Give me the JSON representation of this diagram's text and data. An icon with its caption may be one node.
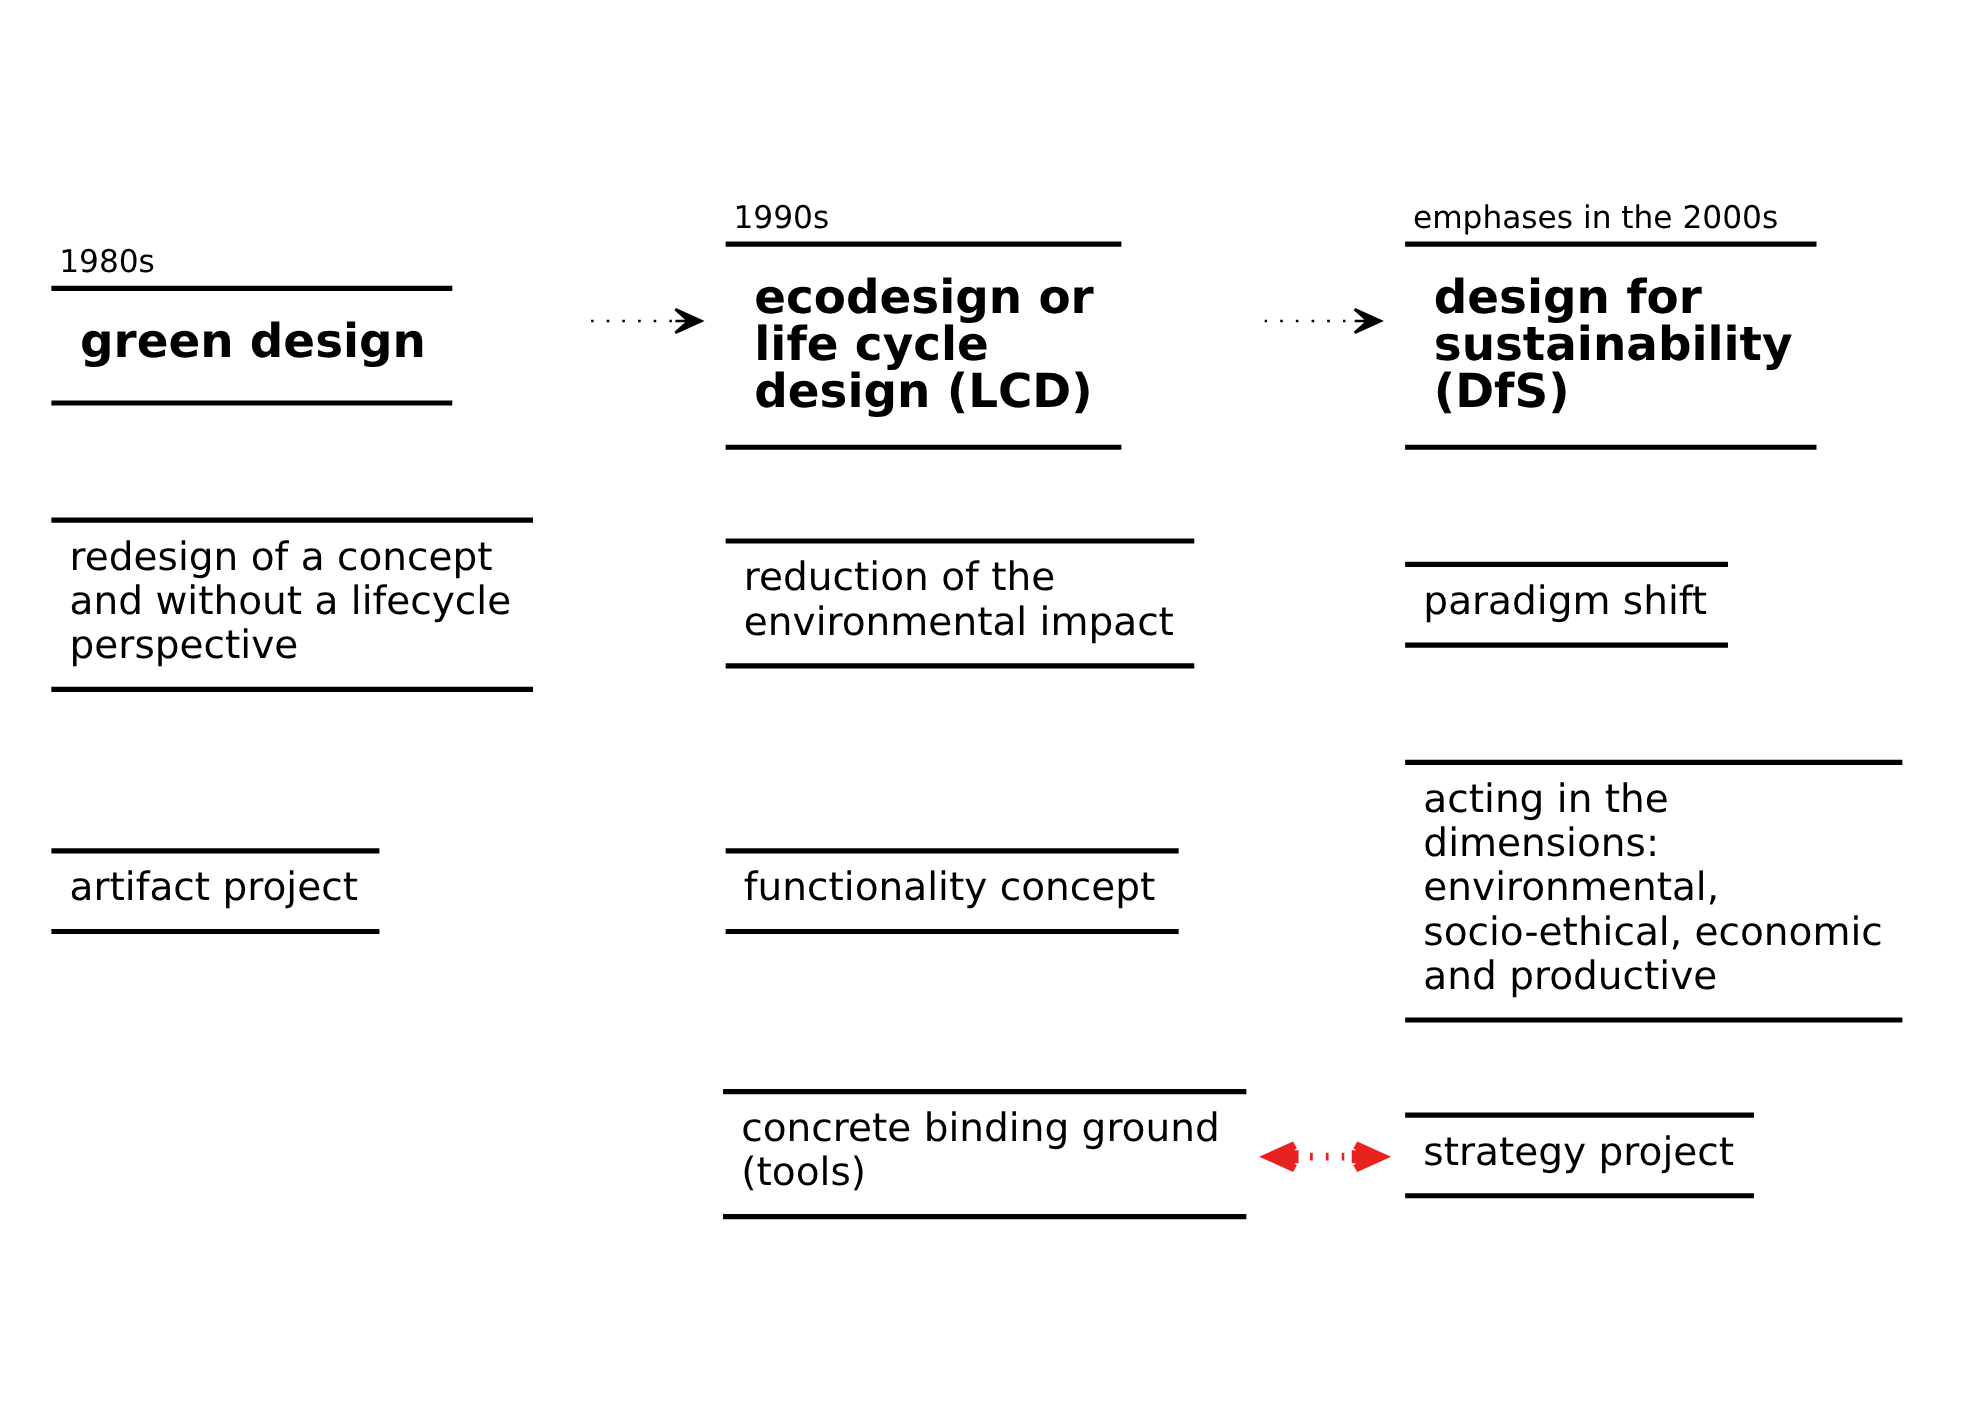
{
  "diagram": {
    "nodes": [
      {
        "text": [
          "1980s",
          "green design"
        ]
      },
      {
        "text": [
          "redesign of a concept and without a lifecycle perspective"
        ]
      },
      {
        "text": [
          "artifact project"
        ]
      },
      {
        "text": [
          "1990s",
          "ecodesign or life cycle design (LCD)"
        ]
      },
      {
        "text": [
          "reduction of the environmental impact"
        ]
      },
      {
        "text": [
          "functionality concept"
        ]
      },
      {
        "text": [
          "concrete binding ground (tools)"
        ]
      },
      {
        "text": [
          "emphases in the 2000s",
          "design for sustainability (DfS)"
        ]
      },
      {
        "text": [
          "paradigm shift"
        ]
      },
      {
        "text": [
          "acting in the dimensions: environmental, socio-ethical, economic and productive"
        ]
      },
      {
        "text": [
          "strategy project"
        ]
      }
    ],
    "edges": [
      {
        "from": 0,
        "to": 3,
        "arrow": "to",
        "style": "dashed"
      },
      {
        "from": 3,
        "to": 7,
        "arrow": "to",
        "style": "dashed"
      },
      {
        "from": 6,
        "to": 10,
        "arrow": "both",
        "style": "dashed",
        "color": "#e8231f"
      }
    ]
  }
}
